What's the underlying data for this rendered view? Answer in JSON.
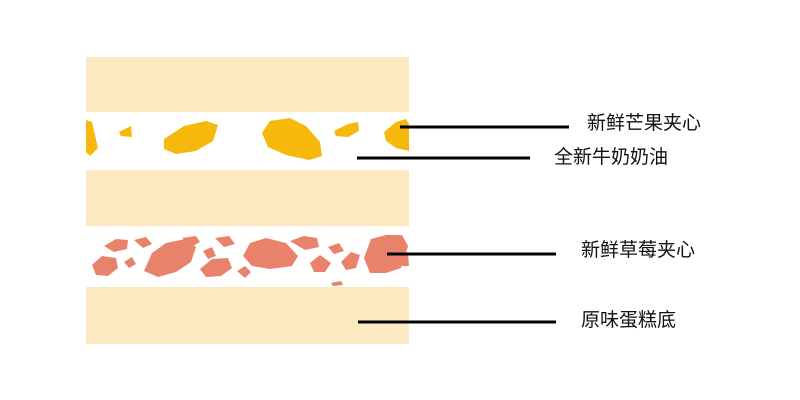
{
  "colors": {
    "cake": "#fde9c1",
    "cream": "#ffffff",
    "mango": "#f6b90b",
    "strawberry": "#e9826a",
    "leader": "#000000"
  },
  "labels": {
    "mango": "新鲜芒果夹心",
    "cream": "全新牛奶奶油",
    "strawberry": "新鲜草莓夹心",
    "cake": "原味蛋糕底"
  }
}
